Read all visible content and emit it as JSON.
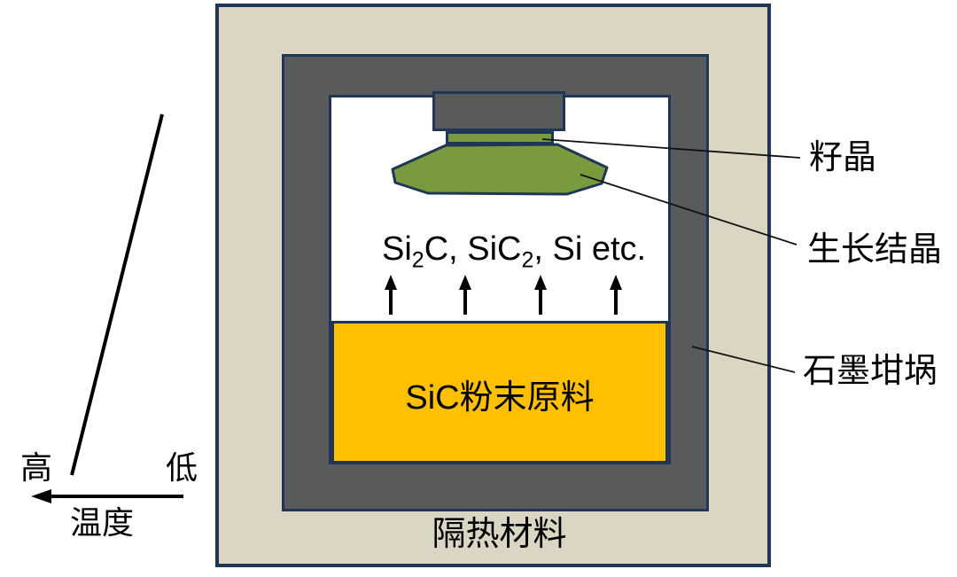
{
  "diagram": {
    "labels": {
      "seed": "籽晶",
      "growth_crystal": "生长结晶",
      "graphite_crucible": "石墨坩埚",
      "insulation": "隔热材料",
      "sic_powder": "SiC粉末原料",
      "temp_high": "高",
      "temp_low": "低",
      "temperature": "温度"
    },
    "formula": {
      "p1": "Si",
      "s1": "2",
      "p2": "C, SiC",
      "s2": "2",
      "p3": ", Si etc."
    },
    "colors": {
      "insulation_beige": "#dbd6c4",
      "graphite_gray": "#595a5c",
      "chamber_white": "#ffffff",
      "crystal_green": "#7a9a3e",
      "powder_yellow": "#ffc000",
      "outline_navy": "#1f3754"
    }
  }
}
